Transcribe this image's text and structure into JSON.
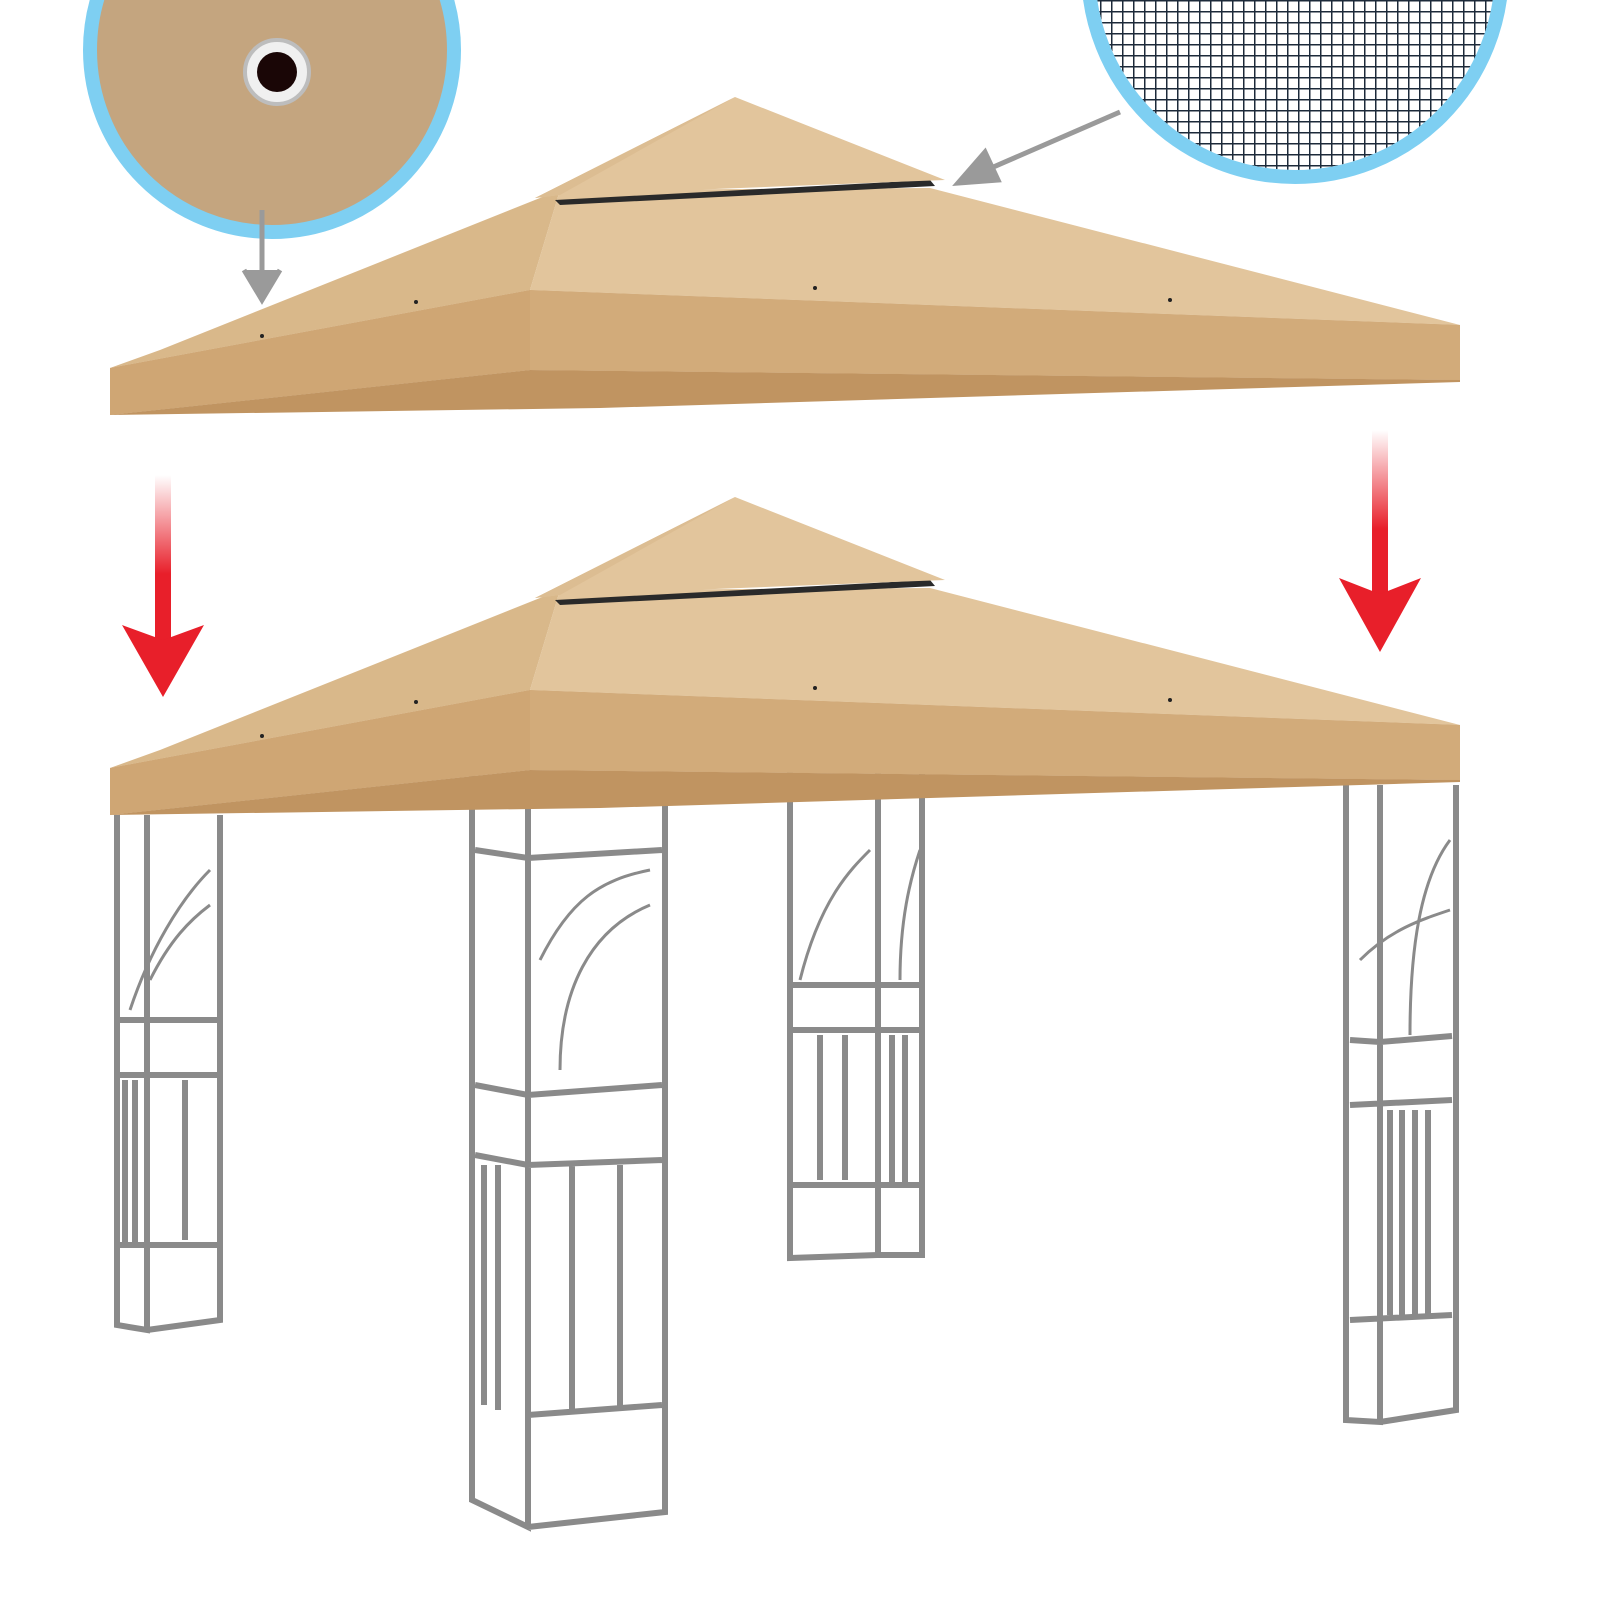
{
  "image": {
    "subject": "gazebo-canopy-replacement",
    "colors": {
      "canopy_light": "#e2c59c",
      "canopy_mid": "#d4ae7e",
      "canopy_dark": "#c09461",
      "vent_dark": "#2a2a2a",
      "callout_ring": "#7ecff2",
      "fabric_swatch": "#c4a57f",
      "mesh_bg": "#ffffff",
      "mesh_line": "#1c2a3a",
      "frame_gray": "#8a8a8a",
      "pointer_gray": "#9a9a9a",
      "arrow_red": "#e81f2a"
    },
    "icons": [
      "grommet-detail-callout",
      "mesh-vent-detail-callout",
      "down-arrow-red",
      "pointer-arrow-gray"
    ]
  }
}
